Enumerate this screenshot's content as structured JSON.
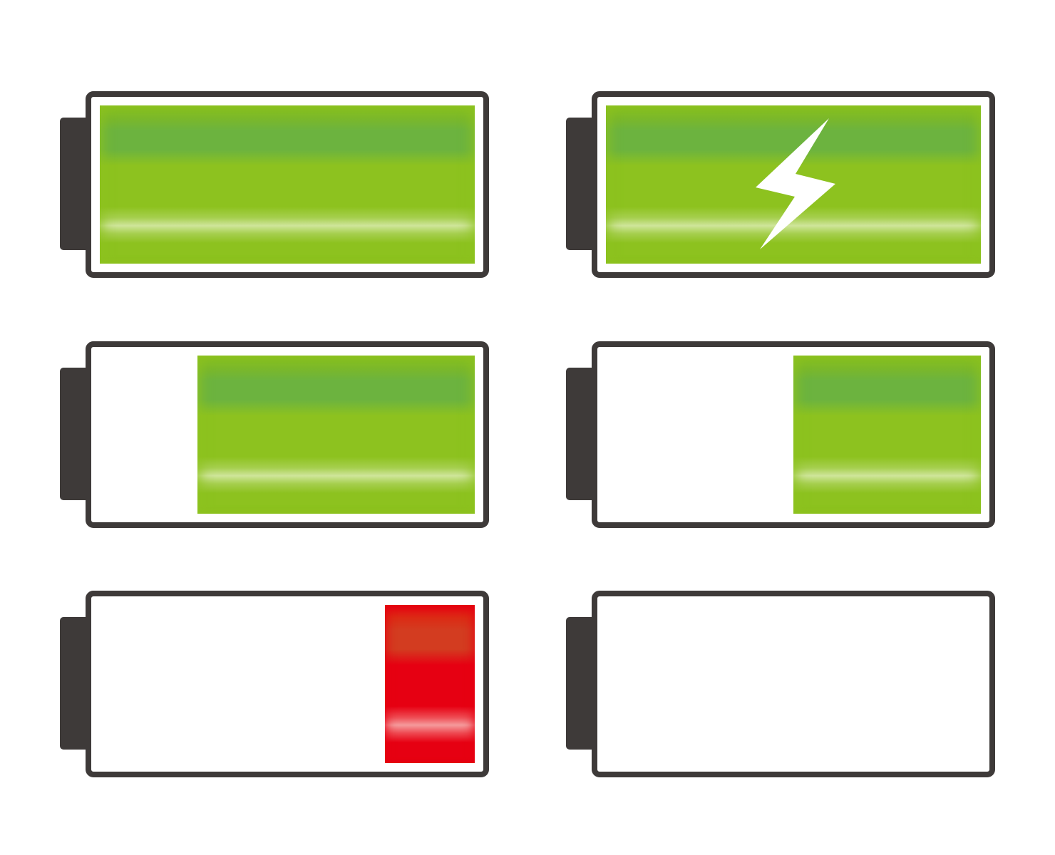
{
  "colors": {
    "outline": "#3e3a39",
    "charge_green": "#8dc21f",
    "charge_green_band": "#6cb33f",
    "charge_red": "#e60012",
    "bolt": "#ffffff"
  },
  "batteries": [
    {
      "icon": "battery-full-icon",
      "level": 1.0,
      "fill_color": "green",
      "charging": false
    },
    {
      "icon": "battery-charging-icon",
      "level": 1.0,
      "fill_color": "green",
      "charging": true
    },
    {
      "icon": "battery-three-quarter-icon",
      "level": 0.74,
      "fill_color": "green",
      "charging": false
    },
    {
      "icon": "battery-half-icon",
      "level": 0.5,
      "fill_color": "green",
      "charging": false
    },
    {
      "icon": "battery-low-icon",
      "level": 0.24,
      "fill_color": "red",
      "charging": false
    },
    {
      "icon": "battery-empty-icon",
      "level": 0.0,
      "fill_color": "none",
      "charging": false
    }
  ],
  "bolt_icon": "lightning-bolt-icon"
}
